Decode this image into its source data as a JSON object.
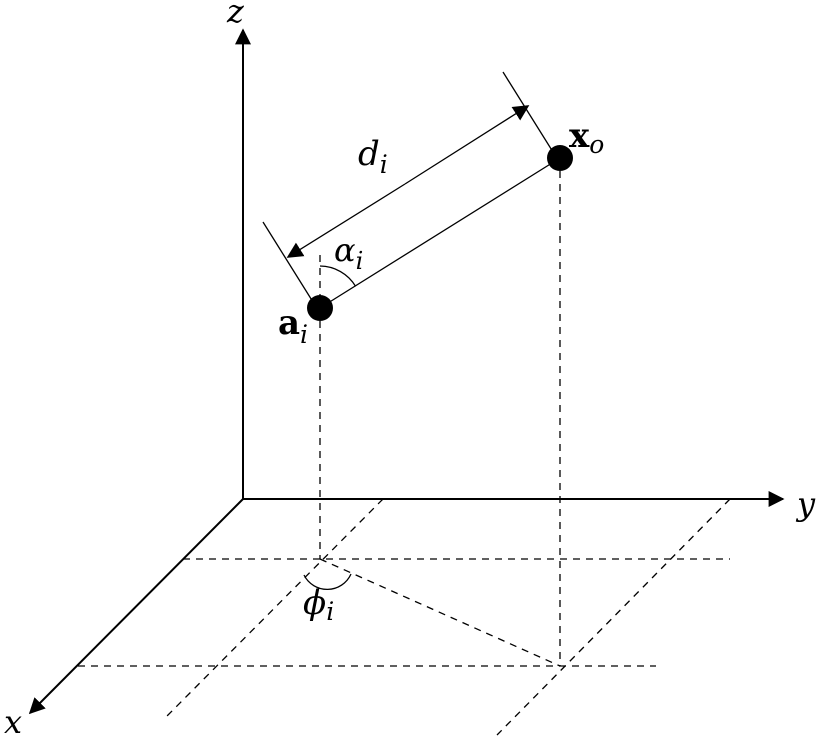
{
  "axes": {
    "x": "x",
    "y": "y",
    "z": "z"
  },
  "points": {
    "anchor": {
      "base": "a",
      "subscript": "i"
    },
    "target": {
      "base": "x",
      "subscript": "o"
    }
  },
  "distance": {
    "base": "d",
    "subscript": "i"
  },
  "elevation_angle": {
    "base": "α",
    "subscript": "i"
  },
  "azimuth_angle": {
    "base": "ϕ",
    "subscript": "i"
  },
  "colors": {
    "ink": "#000000",
    "background": "#ffffff"
  }
}
